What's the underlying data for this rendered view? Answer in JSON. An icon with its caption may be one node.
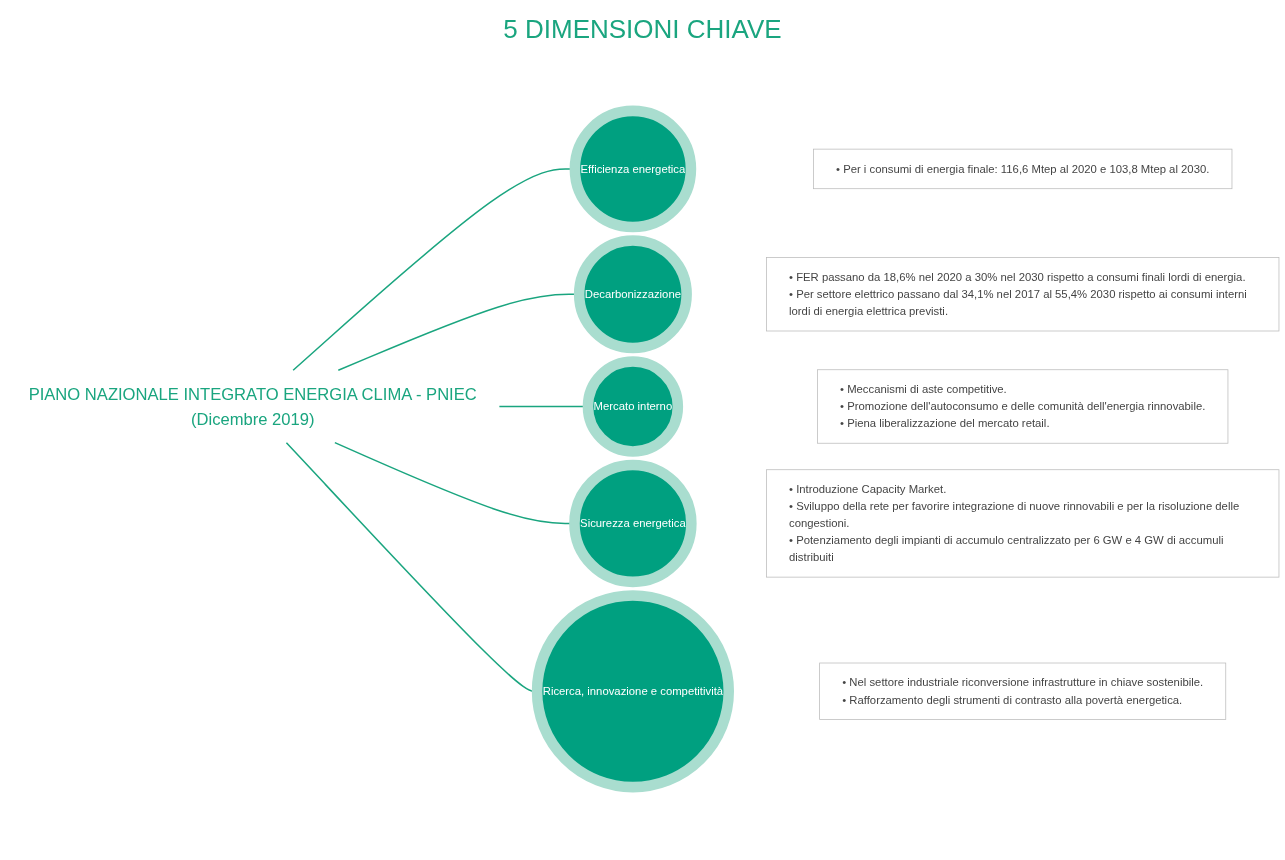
{
  "diagram": {
    "title": "5 DIMENSIONI CHIAVE",
    "nodes": [
      {
        "text": [
          "PIANO NAZIONALE INTEGRATO ENERGIA CLIMA - PNIEC",
          "(Dicembre 2019)"
        ]
      },
      {
        "text": [
          "Efficienza energetica"
        ]
      },
      {
        "text": [
          "• Per i consumi di energia finale: 116,6 Mtep al 2020 e 103,8 Mtep al 2030."
        ]
      },
      {
        "text": [
          "Decarbonizzazione"
        ]
      },
      {
        "text": [
          "• FER passano da 18,6% nel 2020 a 30% nel 2030 rispetto a consumi finali lordi di energia.",
          "• Per settore elettrico passano dal 34,1% nel 2017 al 55,4% 2030 rispetto ai consumi interni lordi di energia elettrica previsti."
        ]
      },
      {
        "text": [
          "Mercato interno"
        ]
      },
      {
        "text": [
          "• Meccanismi di aste competitive.",
          "• Promozione dell'autoconsumo e delle comunità dell'energia rinnovabile.",
          "• Piena liberalizzazione del mercato retail."
        ]
      },
      {
        "text": [
          "Sicurezza energetica"
        ]
      },
      {
        "text": [
          "• Introduzione Capacity Market.",
          "• Sviluppo della rete per favorire integrazione di nuove rinnovabili e per la risoluzione delle congestioni.",
          "• Potenziamento degli impianti di accumulo centralizzato per 6 GW e 4 GW di accumuli distribuiti"
        ]
      },
      {
        "text": [
          "Ricerca, innovazione e competitività"
        ]
      },
      {
        "text": [
          "• Nel settore industriale riconversione infrastrutture in chiave sostenibile.",
          "• Rafforzamento degli strumenti di contrasto alla povertà energetica."
        ]
      }
    ],
    "edges": [
      {
        "from": 0,
        "to": 1,
        "arrow": "none"
      },
      {
        "from": 0,
        "to": 3,
        "arrow": "none"
      },
      {
        "from": 0,
        "to": 5,
        "arrow": "none"
      },
      {
        "from": 0,
        "to": 7,
        "arrow": "none"
      },
      {
        "from": 0,
        "to": 9,
        "arrow": "none"
      }
    ]
  }
}
